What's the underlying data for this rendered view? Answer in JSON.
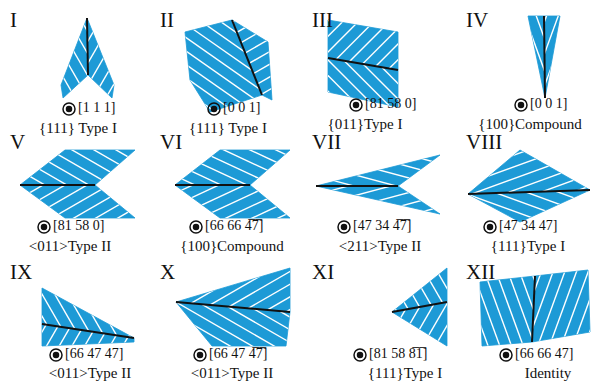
{
  "diagram": {
    "labels": [
      "I",
      "[1 1 1]",
      "{111} Type I",
      "II",
      "[0 0 1]",
      "{111} Type I",
      "III",
      "[81 58 0]",
      "{011}Type I",
      "IV",
      "[0 0 1]",
      "{100}Compound",
      "V",
      "[81 58 0]",
      "<011>Type II",
      "VI",
      "[66 66 4̅7̅]",
      "{100}Compound",
      "VII",
      "[47 34 4̅7̅]",
      "<211>Type II",
      "VIII",
      "[47 34 47]",
      "{111}Type I",
      "IX",
      "[66 47 47]",
      "<011>Type II",
      "X",
      "[66 47 4̅7̅]",
      "<011>Type II",
      "XI",
      "[81 58 8̅1̅]",
      "{111}Type I",
      "XII",
      "[66 66 47]",
      "Identity"
    ]
  }
}
